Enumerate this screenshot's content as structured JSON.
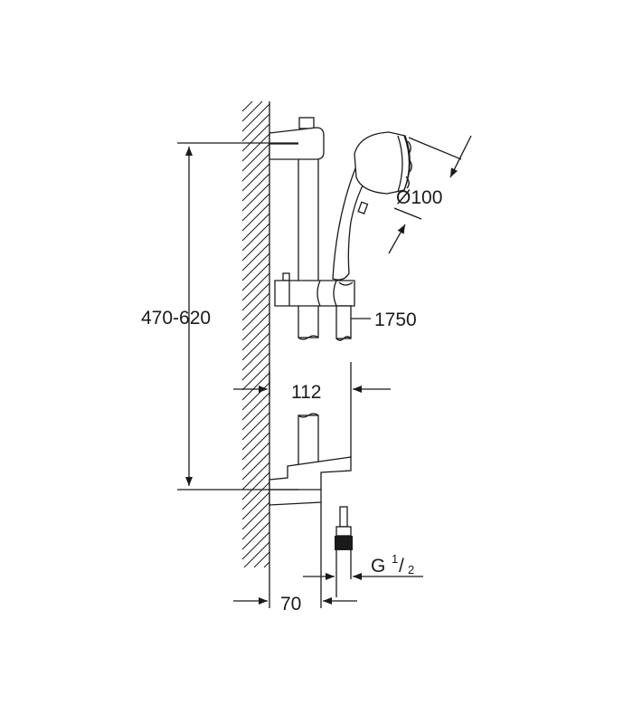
{
  "dimensions": {
    "height_range": "470-620",
    "shower_head_diameter": "Ø100",
    "hose_length": "1750",
    "holder_projection": "112",
    "wall_offset": "70",
    "connection_thread_base": "G",
    "connection_thread_numerator": "1",
    "connection_thread_denominator": "2"
  },
  "colors": {
    "line": "#1a1a1a",
    "background": "#ffffff"
  }
}
